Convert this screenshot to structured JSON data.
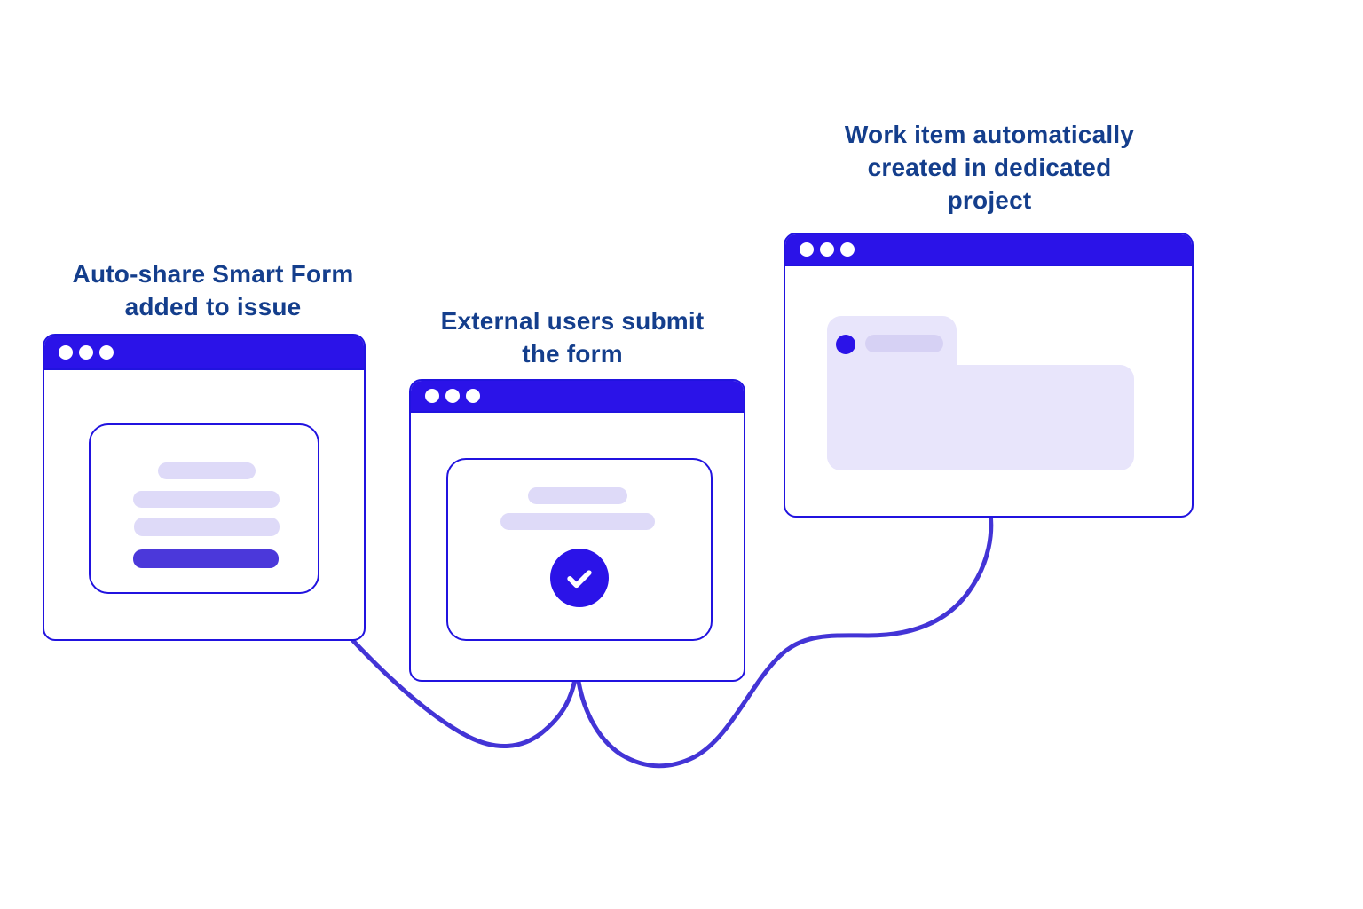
{
  "illustration": {
    "description": "Three browser-window mockups connected by curved lines showing a Smart Form workflow"
  },
  "colors": {
    "accent": "#2b13e8",
    "border-blue": "#2113df",
    "connector": "#4334d6",
    "button-indigo": "#4b38da",
    "skeleton-light": "#dedaf8",
    "skeleton-mid": "#d6d1f4",
    "panel-lavender": "#e8e5fb",
    "heading-navy": "#143e8c",
    "dot-white": "#ffffff"
  },
  "steps": [
    {
      "label": "Auto-share Smart Form added to issue",
      "label_lines": [
        "Auto-share Smart Form",
        "added to issue"
      ]
    },
    {
      "label": "External users submit the form",
      "label_lines": [
        "External users submit",
        "the form"
      ]
    },
    {
      "label": "Work item automatically created in dedicated project",
      "label_lines": [
        "Work item automatically",
        "created in dedicated",
        "project"
      ]
    }
  ]
}
